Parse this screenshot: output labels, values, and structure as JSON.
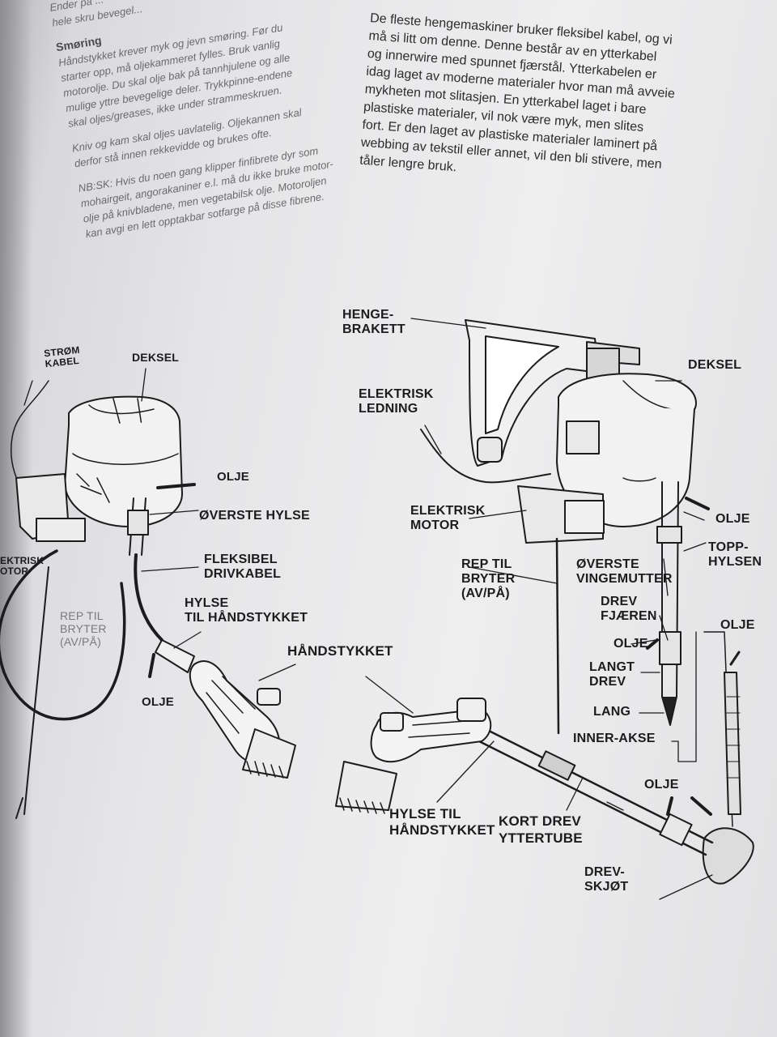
{
  "left_column": {
    "top_fragments": [
      "Ender på ...",
      "hele skru bevegel..."
    ],
    "heading": "Smøring",
    "para1": [
      "Håndstykket krever myk og jevn smøring. Før du",
      "starter opp, må oljekammeret fylles. Bruk vanlig",
      "motorolje. Du skal olje bak på tannhjulene og alle",
      "mulige yttre bevegelige deler. Trykkpinne-endene",
      "skal oljes/greases, ikke under strammeskruen."
    ],
    "para2": [
      "Kniv og kam skal oljes uavlatelig. Oljekannen skal",
      "derfor stå innen rekkevidde og brukes ofte."
    ],
    "para3": [
      "NB:SK: Hvis du noen gang klipper finfibrete dyr som",
      "mohairgeit, angorakaniner e.l. må du ikke bruke motor-",
      "olje på knivbladene, men vegetabilsk olje. Motoroljen",
      "kan avgi en lett opptakbar sotfarge på disse fibrene."
    ]
  },
  "right_column": {
    "lines": [
      "De fleste hengemaskiner bruker fleksibel kabel, og vi",
      "må si litt om denne. Denne består av en ytterkabel",
      "og innerwire med spunnet fjærstål. Ytterkabelen er",
      "idag laget av moderne materialer hvor man må avveie",
      "mykheten mot slitasjen. En ytterkabel laget i bare",
      "plastiske materialer, vil nok være myk, men slites",
      "fort. Er den laget av plastiske materialer laminert på",
      "webbing av tekstil eller annet, vil den bli stivere, men",
      "tåler lengre bruk."
    ]
  },
  "labels_left": {
    "strom_kabel": [
      "STRØM",
      "KABEL"
    ],
    "deksel": "DEKSEL",
    "olje_top": "OLJE",
    "overste_hylse": "ØVERSTE HYLSE",
    "elektrisk_motor": [
      "EKTRISK",
      "OTOR"
    ],
    "fleksibel_drivkabel": [
      "FLEKSIBEL",
      "DRIVKABEL"
    ],
    "rep_til_bryter": [
      "REP TIL",
      "BRYTER",
      "(AV/PÅ)"
    ],
    "hylse_handstykket": [
      "HYLSE",
      "TIL HÅNDSTYKKET"
    ],
    "handstykket": "HÅNDSTYKKET",
    "olje_bottom": "OLJE"
  },
  "labels_right": {
    "henge_brakett": [
      "HENGE-",
      "BRAKETT"
    ],
    "deksel": "DEKSEL",
    "elektrisk_ledning": [
      "ELEKTRISK",
      "LEDNING"
    ],
    "elektrisk_motor": [
      "ELEKTRISK",
      "MOTOR"
    ],
    "olje_1": "OLJE",
    "topp_hylsen": [
      "TOPP-",
      "HYLSEN"
    ],
    "rep_til_bryter": [
      "REP TIL",
      "BRYTER",
      "(AV/PÅ)"
    ],
    "overste_vingemutter": [
      "ØVERSTE",
      "VINGEMUTTER"
    ],
    "drev_fjaeren": [
      "DREV",
      "FJÆREN"
    ],
    "olje_2": "OLJE",
    "olje_3": "OLJE",
    "langt_drev": [
      "LANGT",
      "DREV"
    ],
    "lang_inner_akse": [
      "LANG",
      "INNER-AKSE"
    ],
    "olje_4": "OLJE",
    "hylse_til_handstykket": [
      "HYLSE TIL",
      "HÅNDSTYKKET"
    ],
    "kort_drev_yttertube": [
      "KORT DREV",
      "YTTERTUBE"
    ],
    "drev_skjot": [
      "DREV-",
      "SKJØT"
    ]
  }
}
